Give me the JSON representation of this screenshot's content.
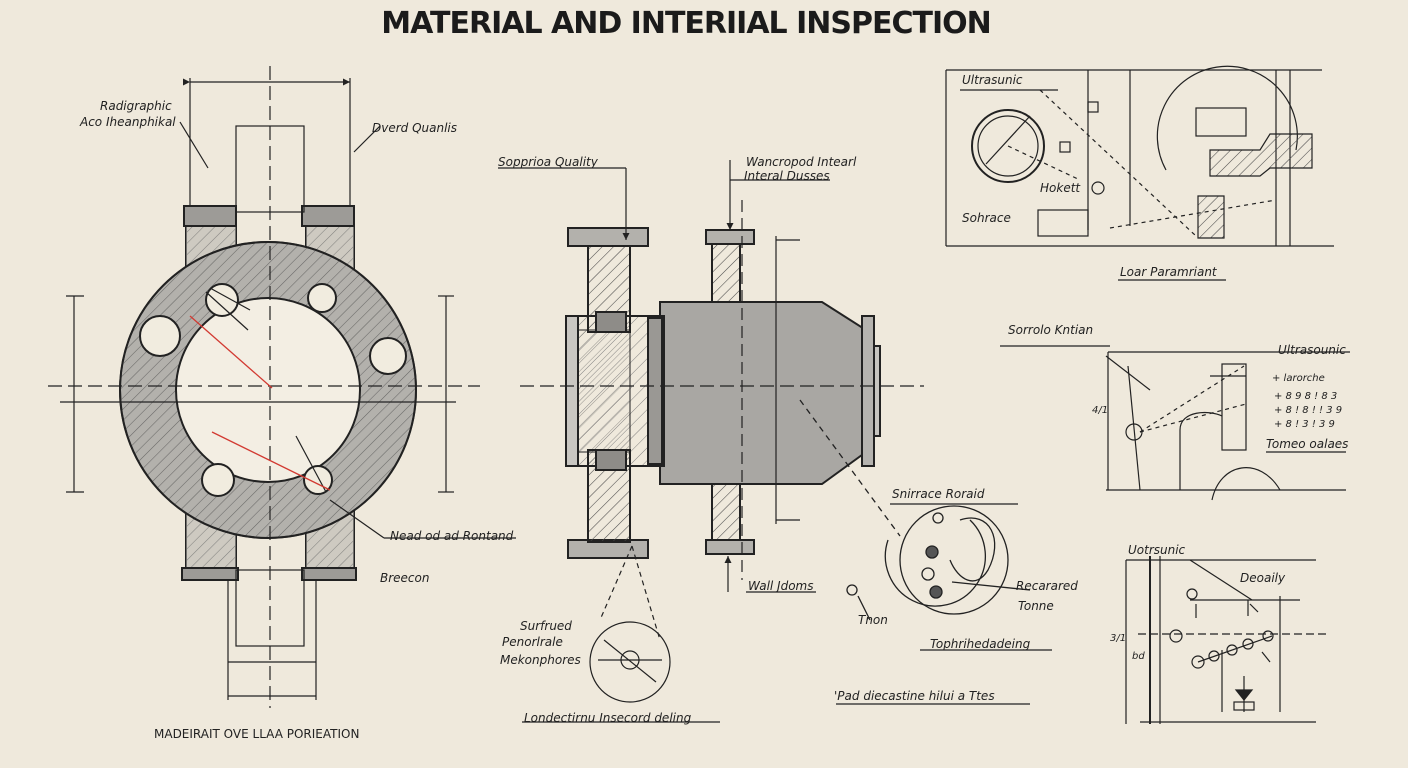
{
  "title": "MATERIAL AND INTERIIAL INSPECTION",
  "colors": {
    "paper": "#efe9dc",
    "ink": "#222222",
    "metal": "#b3b1ac",
    "metal_dark": "#8e8c88",
    "marker_red": "#d23a32"
  },
  "labels": {
    "radiographic": "Radigraphic",
    "radiographic_sub": "Aco Iheanphikal",
    "overd_quality": "Dverd Quanlis",
    "head_ad_rontand": "Nead od ad Rontand",
    "breecon": "Breecon",
    "bottom_caption": "MADEIRAIT OVE  LLAA PORIEATION",
    "surface_quality": "Sopprioa Quality",
    "wanted_integral": "Wancropod Intearl",
    "internal_dusses": "Interal Dusses",
    "surfaced": "Surfrued",
    "penetrate": "Penorlrale",
    "mekonphores": "Mekonphores",
    "longitudinal": "Londectirnu Insecord deling",
    "wall_jdoms": "Wall Jdoms",
    "inner_surface": "Snirrace Roraid",
    "recentered": "Recarared",
    "tonne": "Tonne",
    "tnon": "Tnon",
    "topfinished": "Tophrihedadeing",
    "fluid_discharge": "'Pad diecastine hilui a Ttes",
    "ultrasonic_1": "Ultrasunic",
    "hollow": "Hokett",
    "surface_tr": "Sohrace",
    "load_parameter": "Loar Paramriant",
    "screw_knob": "Sorrolo Kntian",
    "ultrasonic_2": "Ultrasounic",
    "measure_list": [
      "+ larorche",
      "+ 8 9 8 ! 8 3",
      "+ 8 ! 8 ! ! 3 9",
      "+ 8 ! 3 ! 3 9"
    ],
    "tomer_values": "Tomeo oalaes",
    "side_tick": "4/1",
    "ultrasonic_3": "Uotrsunic",
    "density": "Deoaily",
    "side_tick_2": "3/1",
    "side_tick_3": "bd"
  }
}
